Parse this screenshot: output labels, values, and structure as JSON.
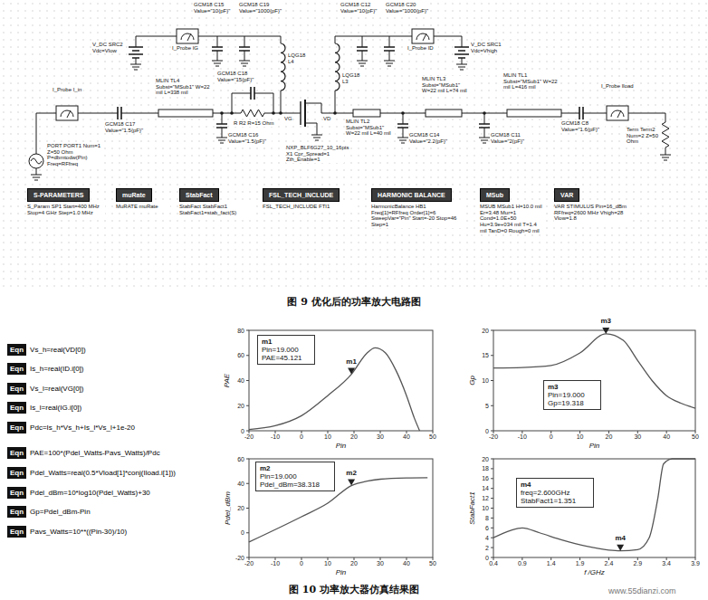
{
  "diagram": {
    "nodes": [
      {
        "text": [
          "S-PARAMETERS",
          "S_Param SP1 Start=400 MHz Stop=4 GHz Step=1.0 MHz"
        ]
      },
      {
        "text": [
          "muRate",
          "MuRATE muRate"
        ]
      },
      {
        "text": [
          "StabFact",
          "StabFact StabFact1 StabFact1=stab_fact(S)"
        ]
      },
      {
        "text": [
          "FSL_TECH_INCLUDE",
          "FSL_TECH_INCLUDE FTI1"
        ]
      },
      {
        "text": [
          "HARMONIC BALANCE",
          "HarmonicBalance HB1 Freq[1]=RFfreq Order[1]=6 SweepVar=\"Pin\" Start=-20 Stop=46 Step=1"
        ]
      },
      {
        "text": [
          "MSub",
          "MSUB MSub1 H=10.0 mil Er=3.48 Mur=1 Cond=1.0E+50 Hu=3.9e+034 mil T=1.4 mil TanD=0 Rough=0 mil"
        ]
      },
      {
        "text": [
          "VAR",
          "VAR STIMULUS Pin=16_dBm RFfreq=2600 MHz Vhigh=28 Vlow=1.8"
        ]
      },
      {
        "text": [
          "Eqn",
          "Vs_h=real(VD[0])"
        ]
      },
      {
        "text": [
          "Eqn",
          "Is_h=real(ID.i[0])"
        ]
      },
      {
        "text": [
          "Eqn",
          "Vs_l=real(VG[0])"
        ]
      },
      {
        "text": [
          "Eqn",
          "Is_l=real(IG.i[0])"
        ]
      },
      {
        "text": [
          "Eqn",
          "Pdc=Is_h*Vs_h+Is_l*Vs_l+1e-20"
        ]
      },
      {
        "text": [
          "Eqn",
          "PAE=100*(Pdel_Watts-Pavs_Watts)/Pdc"
        ]
      },
      {
        "text": [
          "Eqn",
          "Pdel_Watts=real(0.5*Vload[1]*conj(Iload.i[1]))"
        ]
      },
      {
        "text": [
          "Eqn",
          "Pdel_dBm=10*log10(Pdel_Watts)+30"
        ]
      },
      {
        "text": [
          "Eqn",
          "Gp=Pdel_dBm-Pin"
        ]
      },
      {
        "text": [
          "Eqn",
          "Pavs_Watts=10**((Pin-30)/10)"
        ]
      },
      {
        "text": [
          "m1",
          "Pin=19.000 PAE=45.121"
        ]
      },
      {
        "text": [
          "m3",
          "Pin=19.000 Gp=19.318"
        ]
      },
      {
        "text": [
          "m2",
          "Pin=19.000 Pdel_dBm=38.318"
        ]
      },
      {
        "text": [
          "m4",
          "freq=2.600GHz StabFact1=1.351"
        ]
      }
    ],
    "labels": [
      "I_Probe I_in",
      "PORT PORT1 Num=1 Z=50 Ohm P=dbmtodw(Pin) Freq=RFfreq",
      "GCM18 C17 Value=\"1.5{pF}\"",
      "V_DC SRC2 Vdc=Vlow",
      "I_Probe IG",
      "GCM18 C15 Value=\"10{pF}\"",
      "GCM18 C19 Value=\"1000{pF}\"",
      "MLIN TL4 Subst=\"MSub1\" W=22 mil L=338 mil",
      "GCM18 C18 Value=\"15{pF}\"",
      "LQG18 L4",
      "R R2 R=15 Ohm",
      "GCM18 C16 Value=\"1.5{pF}\"",
      "VG",
      "NXP_BLF6G27_10_16pts X1 Cpr_Spread=1 Zth_Enable=1",
      "GCM18 C12 Value=\"10{pF}\"",
      "GCM18 C20 Value=\"1000{pF}\"",
      "LQG18 L3",
      "I_Probe ID",
      "V_DC SRC1 Vdc=Vhigh",
      "VD",
      "MLIN TL2 Subst=\"MSub1\" W=22 mil L=40 mil",
      "GCM18 C14 Value=\"2.2{pF}\"",
      "MLIN TL3 Subst=\"MSub1\" W=22 mil L=74 mil",
      "GCM18 C11 Value=\"2{pF}\"",
      "MLIN TL1 Subst=\"MSub1\" W=22 mil L=416 mil",
      "GCM18 C8 Value=\"1.6{pF}\"",
      "I_Probe Iload",
      "Term Term2 Num=2 Z=50 Ohm",
      "图 9 优化后的功率放大电路图",
      "PAE",
      "80",
      "60",
      "40",
      "20",
      "0",
      "Pin",
      "-20",
      "-10",
      "0",
      "10",
      "20",
      "30",
      "40",
      "50",
      "Gp",
      "20",
      "15",
      "10",
      "5",
      "0",
      "Pin",
      "-20",
      "-10",
      "0",
      "10",
      "20",
      "30",
      "40",
      "50",
      "Pdel_dBm",
      "60",
      "40",
      "20",
      "0",
      "-20",
      "Pin",
      "-20",
      "-10",
      "0",
      "10",
      "20",
      "30",
      "40",
      "50",
      "StabFact1",
      "20",
      "18",
      "16",
      "14",
      "12",
      "10",
      "8",
      "6",
      "4",
      "2",
      "0",
      "f /GHz",
      "0.4",
      "0.9",
      "1.4",
      "1.9",
      "2.4",
      "2.9",
      "3.4",
      "3.9",
      "m1",
      "m3",
      "m2",
      "m4",
      "图 10 功率放大器仿真结果图",
      "www.55dianzi.com"
    ]
  }
}
